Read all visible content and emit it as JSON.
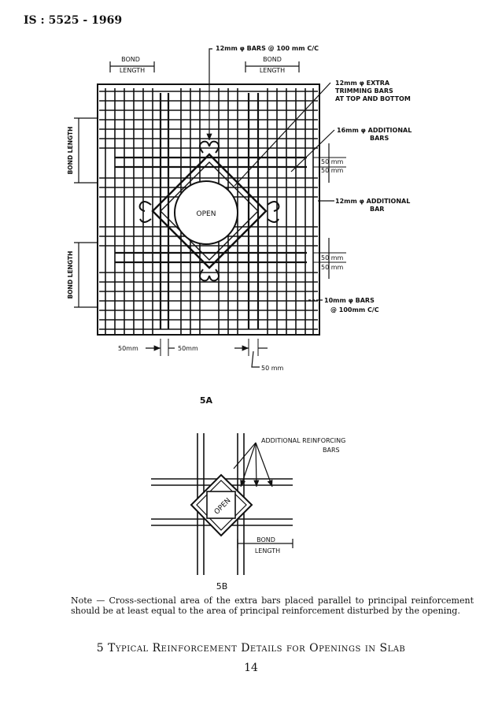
{
  "header": "IS : 5525 - 1969",
  "figA": {
    "label": "5A",
    "open_label": "OPEN",
    "bond_length": "BOND LENGTH",
    "top_bond_left": [
      "BOND",
      "LENGTH"
    ],
    "top_bond_right": [
      "BOND",
      "LENGTH"
    ],
    "left_bond_upper": "BOND LENGTH",
    "left_bond_lower": "BOND LENGTH",
    "callout_top": "12mm φ BARS @ 100 mm C/C",
    "callout_extra": [
      "12mm φ EXTRA",
      "TRIMMING BARS",
      "AT TOP AND BOTTOM"
    ],
    "callout_16": [
      "16mm φ ADDITIONAL",
      "BARS"
    ],
    "callout_12add": [
      "12mm φ ADDITIONAL",
      "BAR"
    ],
    "callout_10": [
      "10mm φ BARS",
      "@ 100mm C/C"
    ],
    "dim_50": "50mm",
    "dim_50_a": "50 mm",
    "dim_50_b": "50 mm",
    "dim_50_c": "50 mm",
    "dim_50_d": "50 mm",
    "dim_bottom_1": "50mm",
    "dim_bottom_2": "50mm",
    "dim_bottom_3": "50 mm"
  },
  "figB": {
    "label": "5B",
    "open_label": "OPEN",
    "callout": [
      "ADDITIONAL REINFORCING",
      "BARS"
    ],
    "bond": [
      "BOND",
      "LENGTH"
    ]
  },
  "note": "Note — Cross-sectional area of the extra bars placed parallel to principal reinforcement should be at least equal to the area of principal reinforcement disturbed by the opening.",
  "caption": "5 Typical Reinforcement Details for Openings in Slab",
  "page_number": "14"
}
